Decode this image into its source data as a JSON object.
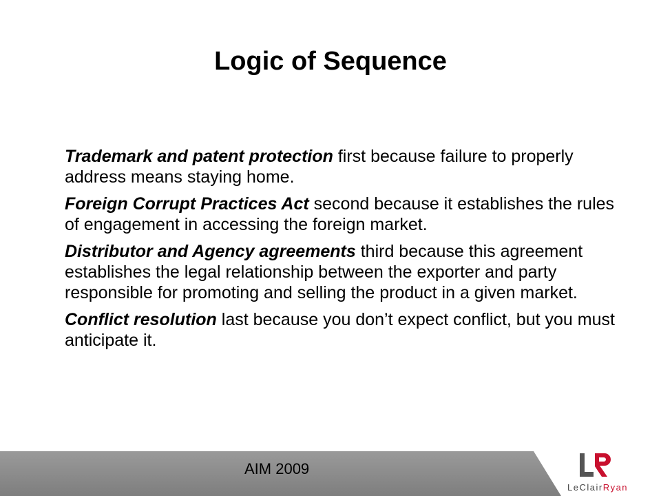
{
  "slide": {
    "title": "Logic of Sequence",
    "paragraphs": [
      {
        "lead": "Trademark and patent protection",
        "rest": " first because failure to properly address means staying home."
      },
      {
        "lead": "Foreign Corrupt Practices Act",
        "rest": " second because it establishes the rules of engagement in accessing the foreign market."
      },
      {
        "lead": "Distributor and Agency agreements",
        "rest": " third because this agreement establishes the legal relationship between the exporter and party responsible for promoting and selling the product in a given market."
      },
      {
        "lead": "Conflict resolution",
        "rest": " last because you don’t expect conflict, but you must anticipate it."
      }
    ]
  },
  "footer": {
    "text": "AIM 2009",
    "band_color": "#8c8c8c"
  },
  "logo": {
    "text_part1": "LeClair",
    "text_part2": "Ryan",
    "accent_color": "#c8102e",
    "mark_color": "#555555"
  }
}
